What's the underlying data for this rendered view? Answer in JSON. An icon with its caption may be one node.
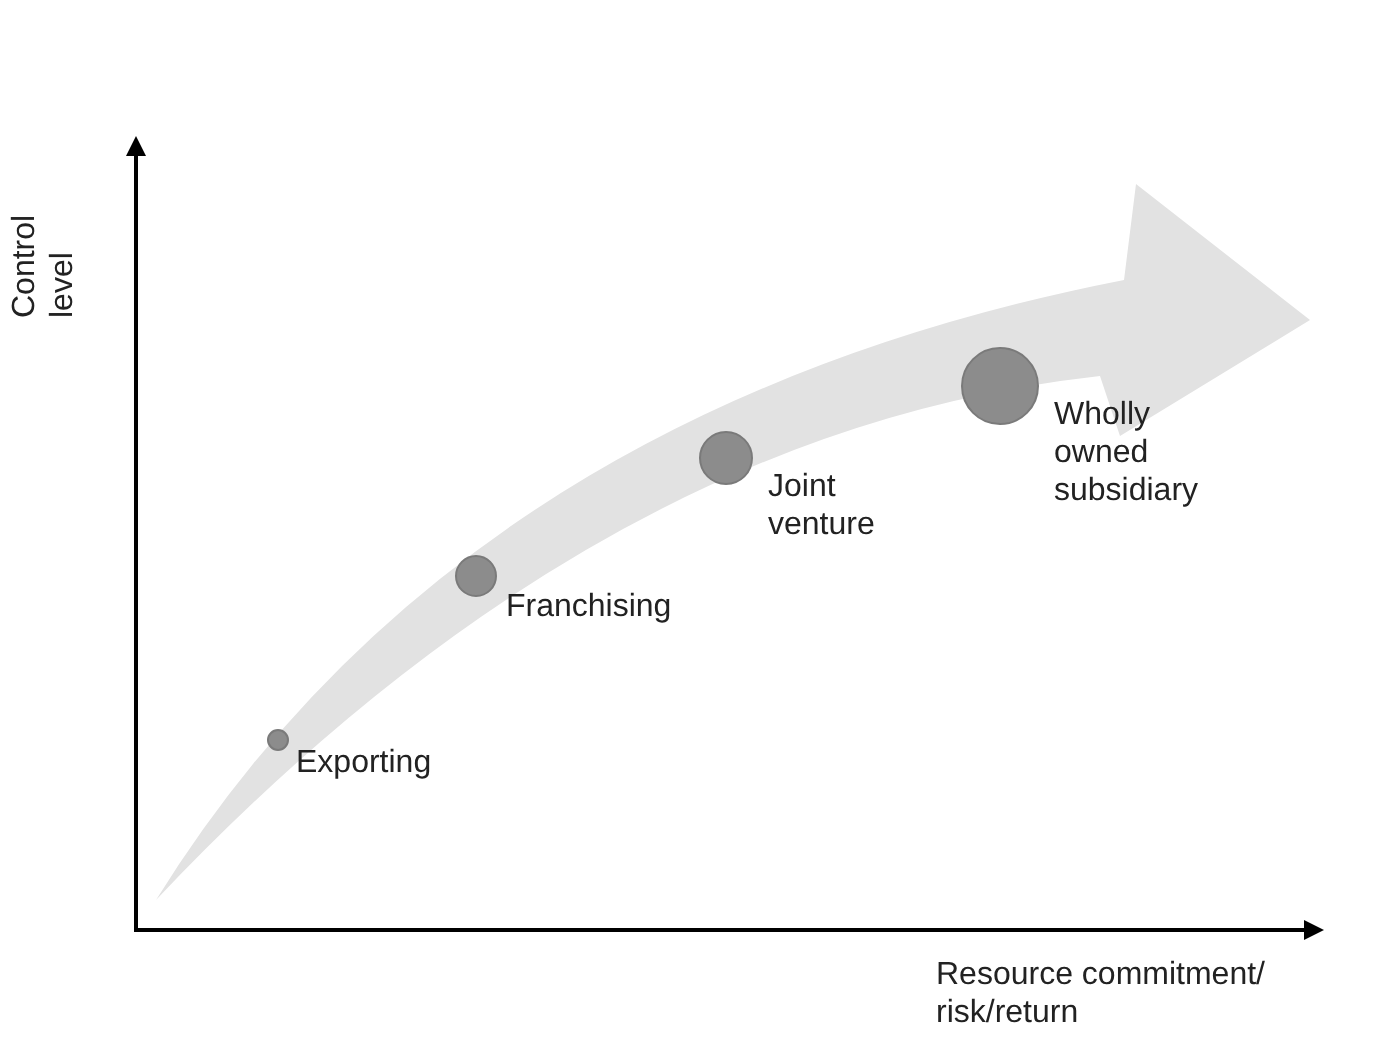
{
  "diagram": {
    "nodes": [
      {
        "text": [],
        "shape": "circle",
        "beside": [
          "Exporting"
        ]
      },
      {
        "text": [],
        "shape": "circle",
        "beside": [
          "Franchising"
        ]
      },
      {
        "text": [],
        "shape": "circle",
        "beside": [
          "Joint venture"
        ]
      },
      {
        "text": [],
        "shape": "circle",
        "beside": [
          "Wholly owned subsidiary"
        ]
      }
    ],
    "labels": [
      "Control level",
      "Resource commitment/ risk/return"
    ]
  }
}
